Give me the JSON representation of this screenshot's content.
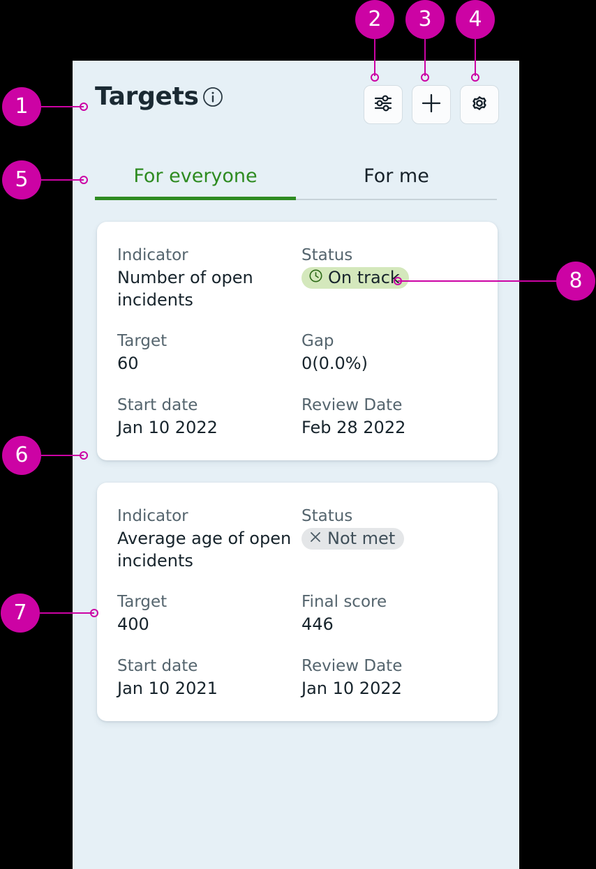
{
  "header": {
    "title": "Targets",
    "info_icon": "info-circle-icon",
    "actions": [
      {
        "name": "filter-button",
        "icon": "sliders-filter-icon"
      },
      {
        "name": "add-button",
        "icon": "plus-icon"
      },
      {
        "name": "settings-button",
        "icon": "gear-icon"
      }
    ]
  },
  "tabs": [
    {
      "label": "For everyone",
      "active": true
    },
    {
      "label": "For me",
      "active": false
    }
  ],
  "cards": [
    {
      "rows": [
        {
          "left": {
            "label": "Indicator",
            "value": "Number of open incidents"
          },
          "right": {
            "label": "Status",
            "value": "On track",
            "pill": "on-track",
            "icon": "clock-icon"
          }
        },
        {
          "left": {
            "label": "Target",
            "value": "60"
          },
          "right": {
            "label": "Gap",
            "value": "0(0.0%)"
          }
        },
        {
          "left": {
            "label": "Start date",
            "value": "Jan 10 2022"
          },
          "right": {
            "label": "Review Date",
            "value": "Feb 28 2022"
          }
        }
      ]
    },
    {
      "rows": [
        {
          "left": {
            "label": "Indicator",
            "value": "Average age of open incidents"
          },
          "right": {
            "label": "Status",
            "value": "Not met",
            "pill": "not-met",
            "icon": "close-x-icon"
          }
        },
        {
          "left": {
            "label": "Target",
            "value": "400"
          },
          "right": {
            "label": "Final score",
            "value": "446"
          }
        },
        {
          "left": {
            "label": "Start date",
            "value": "Jan 10 2021"
          },
          "right": {
            "label": "Review Date",
            "value": "Jan 10 2022"
          }
        }
      ]
    }
  ],
  "annotations": [
    {
      "number": "1"
    },
    {
      "number": "2"
    },
    {
      "number": "3"
    },
    {
      "number": "4"
    },
    {
      "number": "5"
    },
    {
      "number": "6"
    },
    {
      "number": "7"
    },
    {
      "number": "8"
    }
  ],
  "colors": {
    "accent_magenta": "#cc03a4",
    "panel_background": "#e6f0f6",
    "tab_active_green": "#2e8b21",
    "status_on_track_background": "#d4e8bc",
    "status_not_met_background": "#e4e6e8",
    "title_text": "#1b2a33",
    "label_text": "#55656e",
    "value_text": "#17242c"
  }
}
